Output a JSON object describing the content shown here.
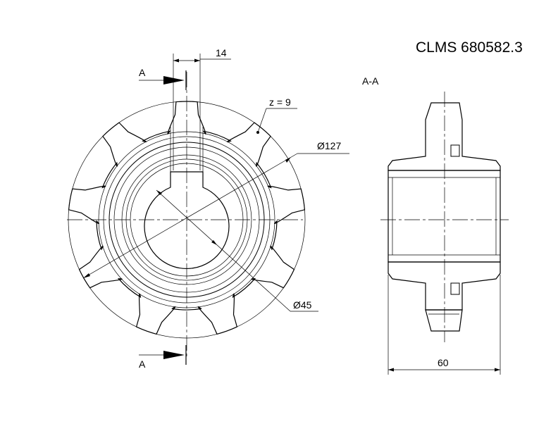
{
  "drawing": {
    "code": "CLMS 680582.3",
    "section_label": "A-A",
    "section_mark_top": "A",
    "section_mark_bottom": "A",
    "teeth_label": "z = 9",
    "dim_outer_diameter": "Ø127",
    "dim_bore_diameter": "Ø45",
    "dim_keyway_width": "14",
    "dim_hub_length": "60"
  }
}
